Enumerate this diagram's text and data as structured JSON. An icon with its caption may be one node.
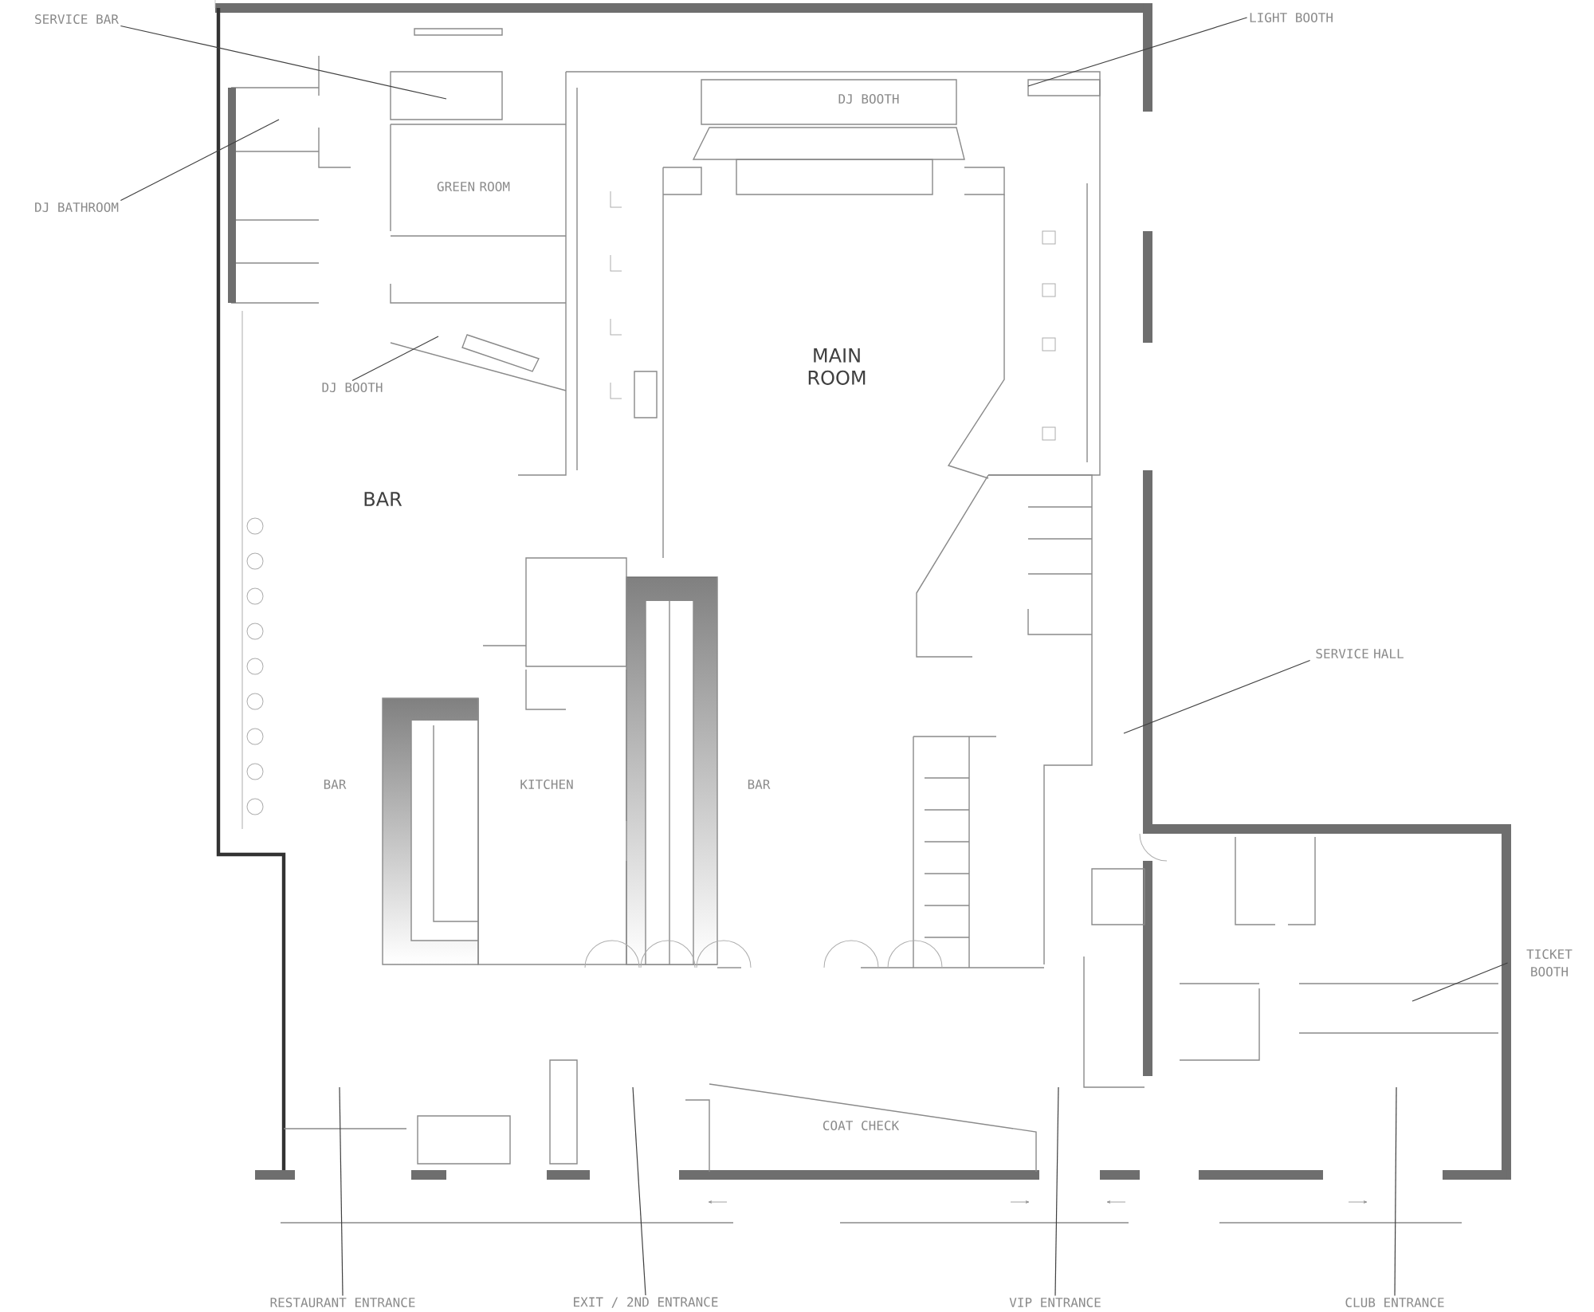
{
  "diagram": {
    "nodes": [
      {
        "text": [
          "SERVICE BAR"
        ]
      },
      {
        "text": [
          "DJ BATHROOM"
        ]
      },
      {
        "text": [
          "DJ BOOTH"
        ]
      },
      {
        "text": [
          "LIGHT BOOTH"
        ]
      },
      {
        "text": [
          "SERVICE HALL"
        ]
      },
      {
        "text": [
          "TICKET BOOTH"
        ]
      },
      {
        "text": [
          "RESTAURANT ENTRANCE"
        ]
      },
      {
        "text": [
          "EXIT / 2ND ENTRANCE"
        ]
      },
      {
        "text": [
          "VIP ENTRANCE"
        ]
      },
      {
        "text": [
          "CLUB ENTRANCE"
        ]
      }
    ],
    "edges": [
      {
        "from": 0,
        "to": null,
        "arrow": "none"
      },
      {
        "from": 1,
        "to": null,
        "arrow": "none"
      },
      {
        "from": 2,
        "to": null,
        "arrow": "none"
      },
      {
        "from": 3,
        "to": null,
        "arrow": "none"
      },
      {
        "from": 4,
        "to": null,
        "arrow": "none"
      },
      {
        "from": 5,
        "to": null,
        "arrow": "none"
      },
      {
        "from": 6,
        "to": null,
        "arrow": "none"
      },
      {
        "from": 7,
        "to": null,
        "arrow": "none"
      },
      {
        "from": 8,
        "to": null,
        "arrow": "none"
      },
      {
        "from": 9,
        "to": null,
        "arrow": "none"
      }
    ],
    "labels": [
      "DJ BOOTH",
      "GREEN ROOM",
      "MAIN ROOM",
      "BAR",
      "BAR",
      "KITCHEN",
      "BAR",
      "COAT CHECK"
    ]
  }
}
